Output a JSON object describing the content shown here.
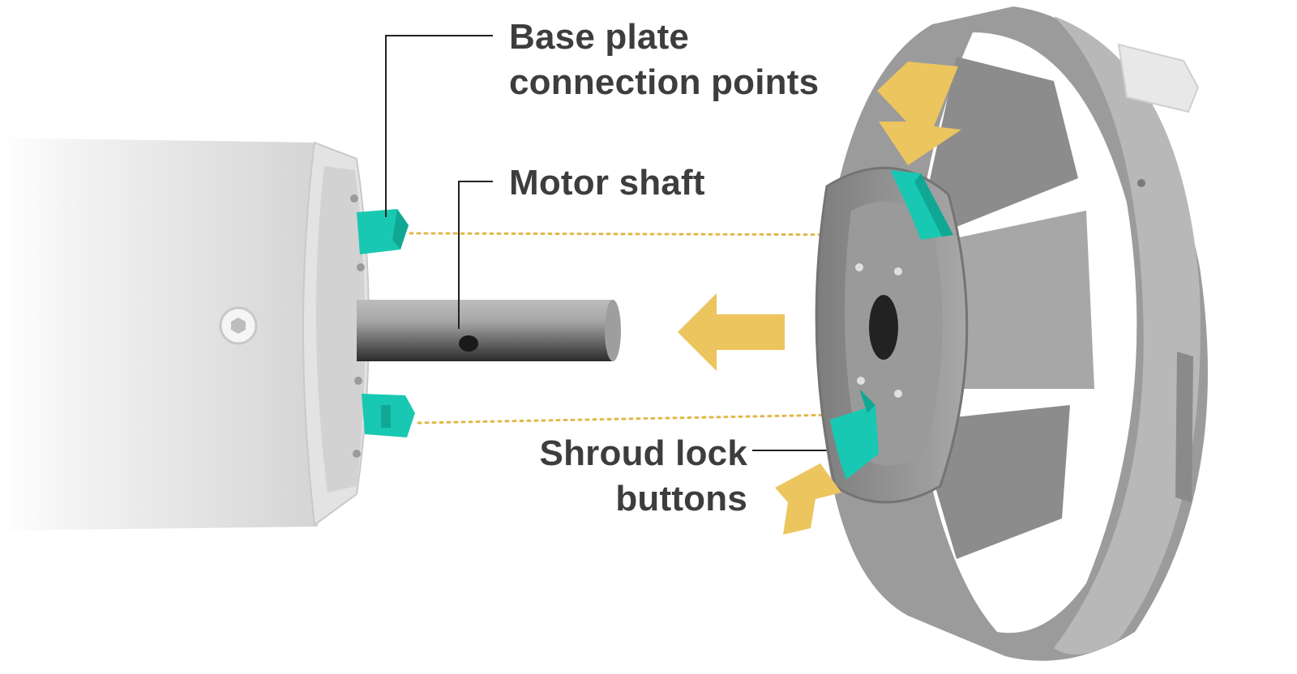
{
  "labels": {
    "base_plate": [
      "Base plate",
      "connection points"
    ],
    "motor_shaft": "Motor shaft",
    "shroud_lock": [
      "Shroud lock",
      "buttons"
    ]
  },
  "colors": {
    "teal": "#19c8b2",
    "teal_dark": "#10a894",
    "arrow_yellow": "#ecc55e",
    "label_text": "#3d3d3d",
    "leader_line": "#222222",
    "dotted_line": "#e0b84a",
    "shroud_grey": "#8e8e8e",
    "motor_grey": "#d9d9d9"
  },
  "icons": {
    "arrows": [
      "arrow-down-right-icon",
      "arrow-left-icon",
      "arrow-up-right-icon"
    ]
  }
}
